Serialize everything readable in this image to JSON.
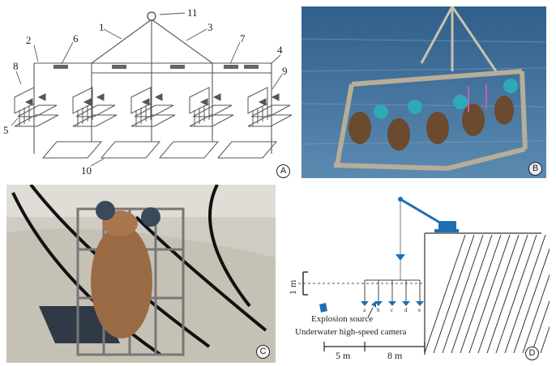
{
  "panels": {
    "a": {
      "letter": "A",
      "numbers": [
        "1",
        "2",
        "3",
        "4",
        "5",
        "6",
        "7",
        "8",
        "9",
        "10",
        "11"
      ]
    },
    "b": {
      "letter": "B"
    },
    "c": {
      "letter": "C"
    },
    "d": {
      "letter": "D",
      "scale_label": "1 m",
      "explosion_label": "Explosion source",
      "camera_label": "Underwater high-speed camera",
      "cage_labels": [
        "a",
        "b",
        "c",
        "d",
        "e"
      ],
      "dist_left": "5 m",
      "dist_right": "8 m"
    }
  },
  "colors": {
    "cage_blue": "#1f6fb5",
    "line": "#444444",
    "water": "#3f6e95"
  }
}
